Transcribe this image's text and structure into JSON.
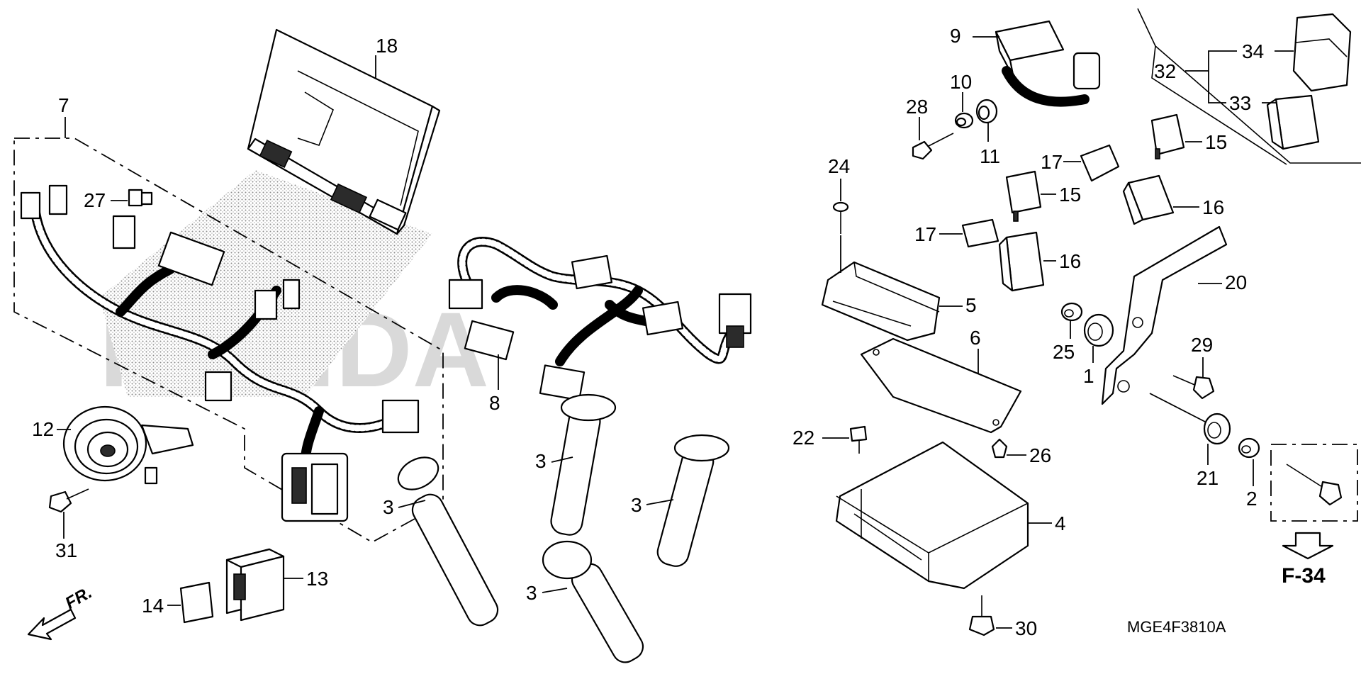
{
  "diagram_code": "MGE4F3810A",
  "frame_ref": "F-34",
  "front_label": "FR.",
  "watermark": "HONDA",
  "callouts": {
    "c18": "18",
    "c7": "7",
    "c27": "27",
    "c12": "12",
    "c31": "31",
    "c13": "13",
    "c14": "14",
    "c8": "8",
    "c3a": "3",
    "c3b": "3",
    "c3c": "3",
    "c3d": "3",
    "c9": "9",
    "c10": "10",
    "c28": "28",
    "c11": "11",
    "c34": "34",
    "c32": "32",
    "c33": "33",
    "c15a": "15",
    "c17a": "17",
    "c15b": "15",
    "c16a": "16",
    "c24": "24",
    "c17b": "17",
    "c16b": "16",
    "c20": "20",
    "c5": "5",
    "c6": "6",
    "c25": "25",
    "c1": "1",
    "c29": "29",
    "c22": "22",
    "c26": "26",
    "c4": "4",
    "c21": "21",
    "c2": "2",
    "c30": "30"
  }
}
